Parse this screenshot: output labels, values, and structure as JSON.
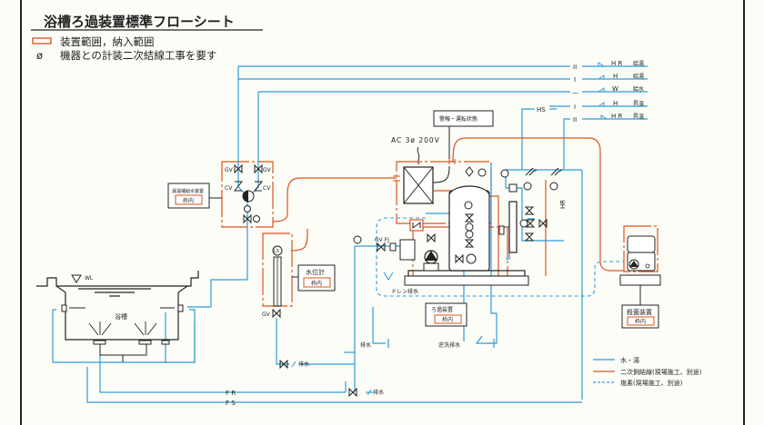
{
  "title": "浴槽ろ過装置標準フローシート",
  "legend_top": {
    "scope_label": "装置範囲，納入範囲",
    "wiring_symbol": "ø",
    "wiring_label": "機器との計装二次結線工事を要す"
  },
  "pipe_terminals": [
    {
      "roman": "II",
      "code": "H R",
      "label": "給湯"
    },
    {
      "roman": "I",
      "code": "H",
      "label": "給湯"
    },
    {
      "roman": "—",
      "code": "W",
      "label": "給水"
    },
    {
      "roman": "I",
      "code": "H",
      "label": "昇温"
    },
    {
      "roman": "II",
      "code": "H R",
      "label": "昇温"
    }
  ],
  "labels": {
    "hs": "HS",
    "hr": "HR",
    "alarm_box": "警報・運転状態",
    "power": "AC 3ø 200V",
    "wl": "WL",
    "bath": "浴槽",
    "gv": "GV",
    "cv": "CV",
    "gvfj": "GV FJ",
    "drain_dashed": "ドレン排水",
    "drain": "排水",
    "backwash": "逆洗排水",
    "fr": "F R",
    "fs": "F S",
    "ls": "LS"
  },
  "equipment_boxes": {
    "makeup_water": {
      "name": "濾温補給水装置",
      "scope": "枠内"
    },
    "level_gauge": {
      "name": "水位計",
      "scope": "枠内"
    },
    "filter": {
      "name": "ろ過装置",
      "scope": "枠内"
    },
    "sterilizer": {
      "name": "殺菌装置",
      "scope": "枠内"
    }
  },
  "legend_bottom": [
    {
      "style": "solid-blue",
      "label": "水・湯"
    },
    {
      "style": "solid-orange",
      "label": "二次側結線(現場施工、別途)"
    },
    {
      "style": "dashed-blue",
      "label": "塩素(現場施工、別途)"
    }
  ],
  "colors": {
    "water": "#2e9bd6",
    "wiring": "#d9541a",
    "ink": "#222222",
    "paper": "#fdfdf8"
  }
}
